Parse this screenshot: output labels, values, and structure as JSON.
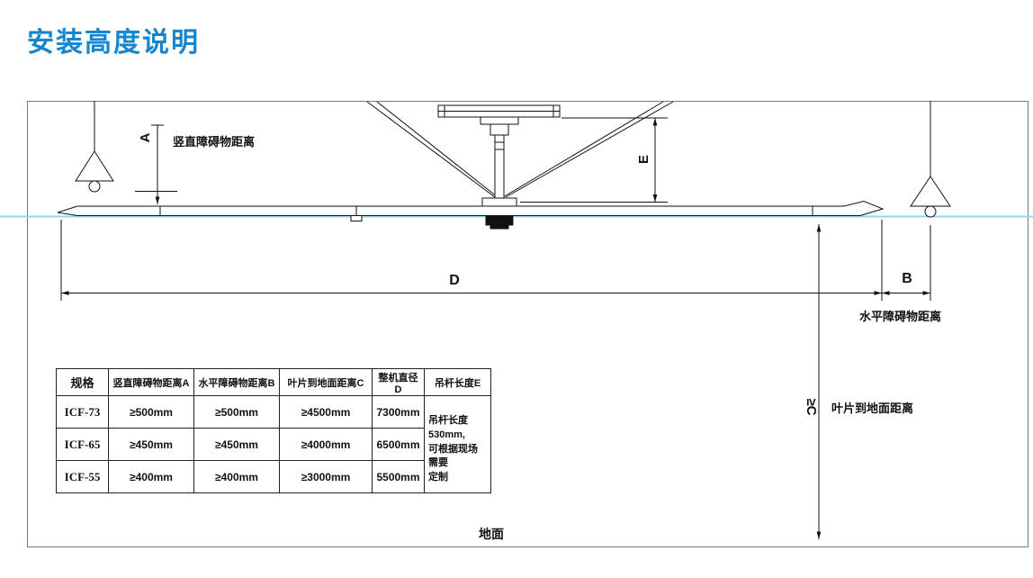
{
  "page": {
    "title": "安装高度说明"
  },
  "diagram": {
    "labels": {
      "a": "A",
      "b": "B",
      "c": "≥C",
      "d": "D",
      "e": "E",
      "vertical_obstacle": "竖直障碍物距离",
      "horizontal_obstacle": "水平障碍物距离",
      "blade_to_ground": "叶片到地面距离",
      "ground": "地面"
    },
    "colors": {
      "accent_blue": "#1687cf",
      "blade_level_cyan": "#93d9e9",
      "line_black": "#111111"
    }
  },
  "table": {
    "headers": [
      "规格",
      "竖直障碍物距离A",
      "水平障碍物距离B",
      "叶片到地面距离C",
      "整机直径D",
      "吊杆长度E"
    ],
    "rows": [
      {
        "model": "ICF-73",
        "a": "≥500mm",
        "b": "≥500mm",
        "c": "≥4500mm",
        "d": "7300mm"
      },
      {
        "model": "ICF-65",
        "a": "≥450mm",
        "b": "≥450mm",
        "c": "≥4000mm",
        "d": "6500mm"
      },
      {
        "model": "ICF-55",
        "a": "≥400mm",
        "b": "≥400mm",
        "c": "≥3000mm",
        "d": "5500mm"
      }
    ],
    "rod_note": "吊杆长度530mm,\n可根据现场需要\n定制"
  }
}
